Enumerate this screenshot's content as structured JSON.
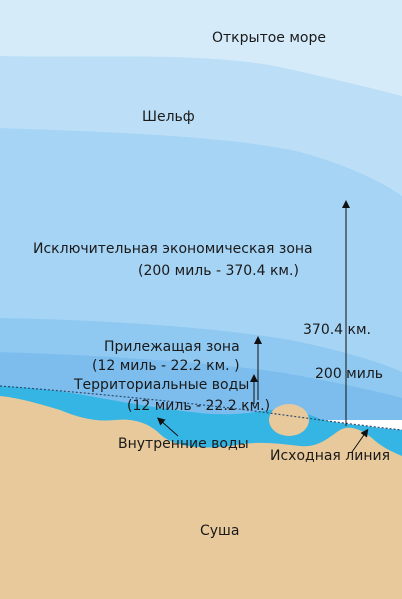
{
  "labels": {
    "high_seas": "Открытое море",
    "shelf": "Шельф",
    "eez": "Исключительная экономическая зона",
    "eez_range": "(200 миль - 370.4 км.)",
    "contiguous": "Прилежащая зона",
    "contiguous_range": "(12 миль - 22.2 км. )",
    "territorial": "Территориальные воды",
    "territorial_range": "(12 миль - 22.2 км.)",
    "internal": "Внутренние воды",
    "baseline": "Исходная линия",
    "land": "Суша",
    "dist_km": "370.4  км.",
    "dist_miles": "200  миль"
  },
  "colors": {
    "high_seas": "#d6ebfa",
    "shelf": "#bcdff7",
    "eez": "#a6d4f5",
    "contiguous": "#8fc9f2",
    "territorial": "#7dbdee",
    "internal": "#35b5e3",
    "land": "#e8c99b"
  }
}
